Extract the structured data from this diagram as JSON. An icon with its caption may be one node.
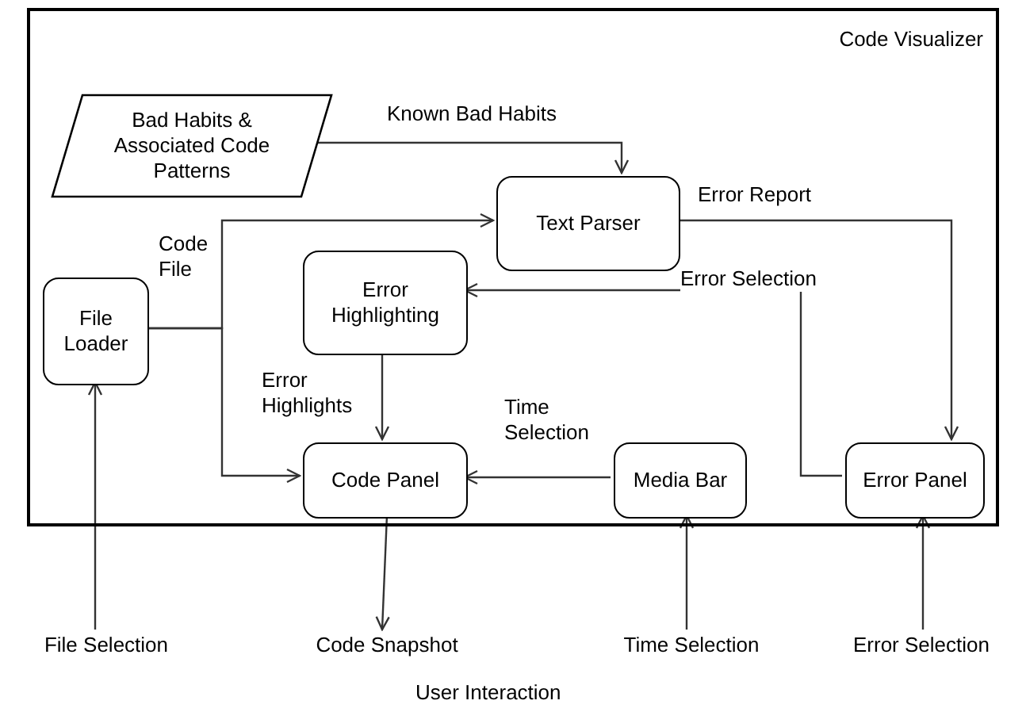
{
  "diagram": {
    "nodes": [
      {
        "text": [
          "Code Visualizer"
        ]
      },
      {
        "text": [
          "Bad Habits & Associated Code Patterns"
        ],
        "in": 0
      },
      {
        "text": [
          "Text Parser"
        ],
        "in": 0
      },
      {
        "text": [
          "File Loader"
        ],
        "in": 0
      },
      {
        "text": [
          "Error Highlighting"
        ],
        "in": 0
      },
      {
        "text": [
          "Code Panel"
        ],
        "in": 0
      },
      {
        "text": [
          "Media Bar"
        ],
        "in": 0
      },
      {
        "text": [
          "Error Panel"
        ],
        "in": 0
      },
      {
        "text": [
          "File Selection"
        ]
      },
      {
        "text": [
          "Code Snapshot"
        ]
      },
      {
        "text": [
          "Time Selection"
        ]
      },
      {
        "text": [
          "Error Selection"
        ]
      }
    ],
    "edges": [
      {
        "from": 1,
        "to": 2,
        "arrow": "to",
        "label": "Known Bad Habits"
      },
      {
        "from": 3,
        "to": 2,
        "arrow": "to",
        "label": "Code File"
      },
      {
        "from": 3,
        "to": 5,
        "arrow": "to"
      },
      {
        "from": 2,
        "to": 7,
        "arrow": "to",
        "label": "Error Report"
      },
      {
        "from": 7,
        "to": 4,
        "arrow": "to",
        "label": "Error Selection"
      },
      {
        "from": 4,
        "to": 5,
        "arrow": "to",
        "label": "Error Highlights"
      },
      {
        "from": 6,
        "to": 5,
        "arrow": "to",
        "label": "Time Selection"
      },
      {
        "from": 5,
        "to": 9,
        "arrow": "to"
      },
      {
        "from": 8,
        "to": 3,
        "arrow": "to"
      },
      {
        "from": 10,
        "to": 6,
        "arrow": "to"
      },
      {
        "from": 11,
        "to": 7,
        "arrow": "to"
      }
    ],
    "labels": [
      "User Interaction"
    ]
  }
}
